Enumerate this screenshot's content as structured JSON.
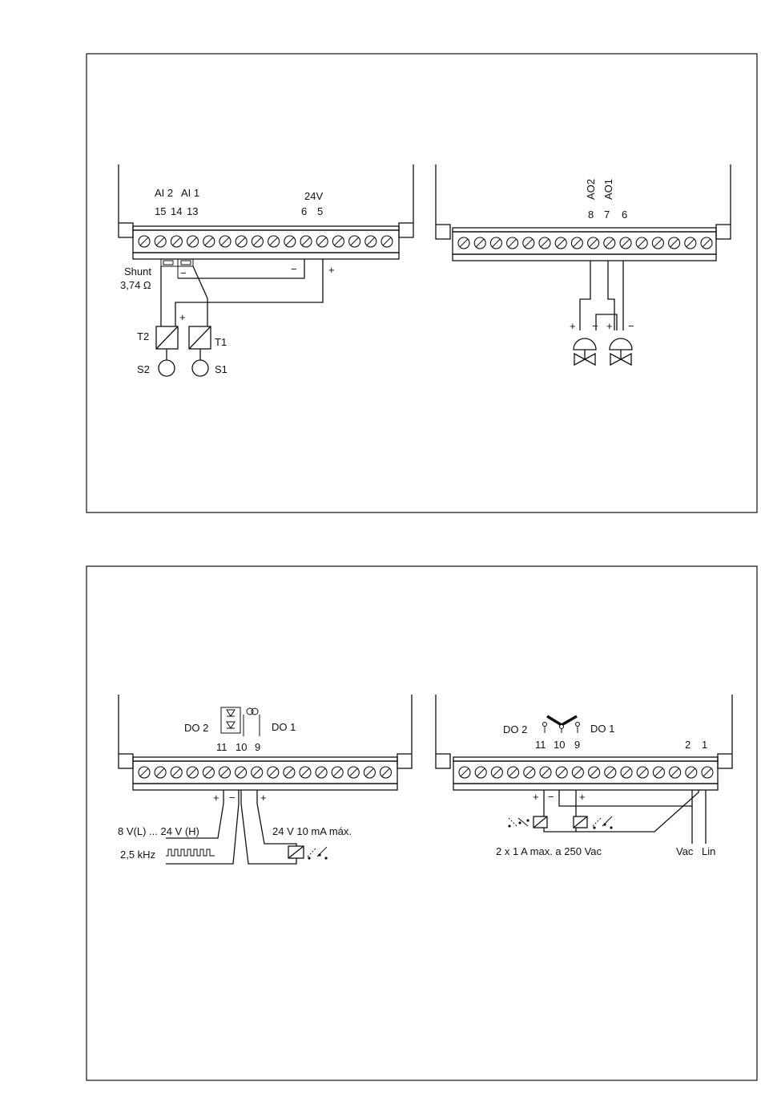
{
  "panel1": {
    "left": {
      "label_ai2": "AI 2",
      "label_ai1": "AI 1",
      "label_24v": "24V",
      "num_15": "15",
      "num_14": "14",
      "num_13": "13",
      "num_6": "6",
      "num_5": "5",
      "minus_sign": "−",
      "plus_sign": "+",
      "plus_sign_small": "+",
      "shunt": "Shunt",
      "shunt_value": "3,74 Ω",
      "t2": "T2",
      "t1": "T1",
      "s2": "S2",
      "s1": "S1"
    },
    "right": {
      "label_ao2": "AO2",
      "label_ao1": "AO1",
      "num_8": "8",
      "num_7": "7",
      "num_6": "6",
      "v2_plus": "+",
      "v2_minus": "−",
      "v1_plus": "+",
      "v1_minus": "−"
    }
  },
  "panel2": {
    "left": {
      "do2": "DO 2",
      "do1": "DO 1",
      "num_11": "11",
      "num_10": "10",
      "num_9": "9",
      "plus_a": "+",
      "minus_a": "−",
      "plus_b": "+",
      "voltage_range": "8 V(L) ... 24 V (H)",
      "frequency": "2,5 kHz",
      "supply": "24 V  10 mA máx."
    },
    "right": {
      "do2": "DO 2",
      "do1": "DO 1",
      "num_11": "11",
      "num_10": "10",
      "num_9": "9",
      "num_2": "2",
      "num_1": "1",
      "plus_a": "+",
      "minus_a": "−",
      "plus_b": "+",
      "rating": "2 x 1 A max. a 250 Vac",
      "vac": "Vac",
      "lin": "Lin"
    }
  }
}
